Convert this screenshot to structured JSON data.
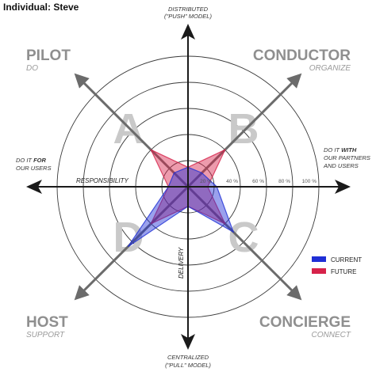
{
  "title": "Individual: Steve",
  "axes": {
    "top": {
      "line1": "DISTRIBUTED",
      "line2": "(\"PUSH\" MODEL)"
    },
    "bottom": {
      "line1": "CENTRALIZED",
      "line2": "(\"PULL\" MODEL)"
    },
    "left": {
      "line1_prefix": "DO IT ",
      "line1_emph": "FOR",
      "line2": "OUR USERS"
    },
    "right": {
      "line1_prefix": "DO IT ",
      "line1_emph": "WITH",
      "line2": "OUR PARTNERS",
      "line3": "AND USERS"
    },
    "horizontal_label": "RESPONSIBILITY",
    "vertical_label": "DELIVERY"
  },
  "quadrants": {
    "pilot": {
      "name": "PILOT",
      "sub": "DO",
      "letter": "A"
    },
    "conductor": {
      "name": "CONDUCTOR",
      "sub": "ORGANIZE",
      "letter": "B"
    },
    "host": {
      "name": "HOST",
      "sub": "SUPPORT",
      "letter": "D"
    },
    "concierge": {
      "name": "CONCIERGE",
      "sub": "CONNECT",
      "letter": "C"
    }
  },
  "ring_labels": [
    "20 %",
    "40 %",
    "60 %",
    "80 %",
    "100 %"
  ],
  "legend": {
    "current": {
      "label": "CURRENT",
      "color": "#1f2fd6"
    },
    "future": {
      "label": "FUTURE",
      "color": "#d6224a"
    }
  },
  "chart_data": {
    "type": "radar",
    "max_value": 100,
    "axis_order": [
      "top",
      "B",
      "right",
      "C",
      "bottom",
      "D",
      "left",
      "A"
    ],
    "series": [
      {
        "name": "CURRENT",
        "color": "#1f2fd6",
        "values": {
          "top": 15,
          "B": 15,
          "right": 22,
          "C": 49,
          "bottom": 15,
          "D": 65,
          "left": 15,
          "A": 15
        }
      },
      {
        "name": "FUTURE",
        "color": "#d6224a",
        "values": {
          "top": 15,
          "B": 40,
          "right": 15,
          "C": 40,
          "bottom": 15,
          "D": 40,
          "left": 15,
          "A": 40
        }
      }
    ]
  }
}
